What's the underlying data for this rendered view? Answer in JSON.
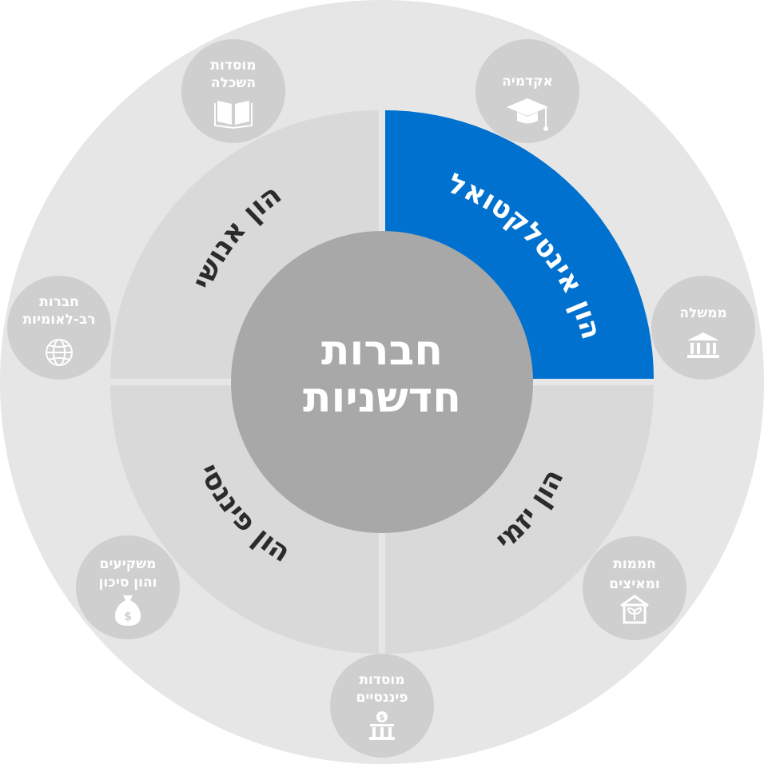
{
  "center": {
    "lines": [
      "חברות",
      "חדשניות"
    ]
  },
  "quadrants": [
    {
      "id": "intellectual",
      "label": "הון אינטלקטואלי",
      "active": true
    },
    {
      "id": "entrepreneurial",
      "label": "הון יזמי",
      "active": false
    },
    {
      "id": "financial",
      "label": "הון פיננסי",
      "active": false
    },
    {
      "id": "human",
      "label": "הון אנושי",
      "active": false
    }
  ],
  "nodes": [
    {
      "id": "academia",
      "lines": [
        "אקדמיה"
      ],
      "icon": "graduation-cap-icon"
    },
    {
      "id": "government",
      "lines": [
        "ממשלה"
      ],
      "icon": "government-building-icon"
    },
    {
      "id": "incubators",
      "lines": [
        "חממות",
        "ומאיצים"
      ],
      "icon": "greenhouse-icon"
    },
    {
      "id": "financial-institutions",
      "lines": [
        "מוסדות",
        "פיננסיים"
      ],
      "icon": "bank-icon"
    },
    {
      "id": "investors",
      "lines": [
        "משקיעים",
        "והון סיכון"
      ],
      "icon": "money-bag-icon"
    },
    {
      "id": "multinationals",
      "lines": [
        "חברות",
        "רב-לאומיות"
      ],
      "icon": "globe-icon"
    },
    {
      "id": "education",
      "lines": [
        "מוסדות",
        "השכלה"
      ],
      "icon": "open-book-icon"
    }
  ],
  "colors": {
    "outer_ring": "#e6e6e6",
    "quadrant": "#d9d9d9",
    "quadrant_active": "#0071ce",
    "center": "#a8a8a8",
    "node": "#cfcfcf"
  }
}
